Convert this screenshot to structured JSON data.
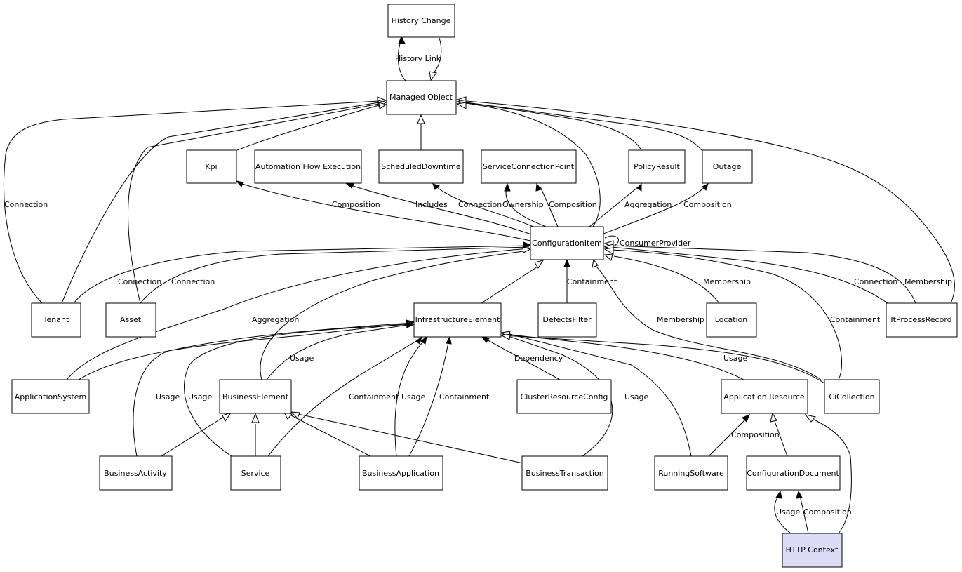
{
  "nodes": {
    "history_change": "History Change",
    "managed_object": "Managed Object",
    "kpi": "Kpi",
    "automation_flow_execution": "Automation Flow Execution",
    "scheduled_downtime": "ScheduledDowntime",
    "service_connection_point": "ServiceConnectionPoint",
    "policy_result": "PolicyResult",
    "outage": "Outage",
    "configuration_item": "ConfigurationItem",
    "tenant": "Tenant",
    "asset": "Asset",
    "infrastructure_element": "InfrastructureElement",
    "defects_filter": "DefectsFilter",
    "location": "Location",
    "it_process_record": "ItProcessRecord",
    "application_system": "ApplicationSystem",
    "business_element": "BusinessElement",
    "cluster_resource_config": "ClusterResourceConfig",
    "application_resource": "Application Resource",
    "ci_collection": "CiCollection",
    "business_activity": "BusinessActivity",
    "service": "Service",
    "business_application": "BusinessApplication",
    "business_transaction": "BusinessTransaction",
    "running_software": "RunningSoftware",
    "configuration_document": "ConfigurationDocument",
    "http_context": "HTTP Context"
  },
  "edge_labels": {
    "history_link": "History Link",
    "ci_kpi_composition": "Composition",
    "ci_afe_includes": "Includes",
    "ci_sd_connection": "Connection",
    "ci_scp_ownership": "Ownership",
    "ci_scp_composition": "Composition",
    "ci_pr_aggregation": "Aggregation",
    "ci_outage_composition": "Composition",
    "ci_consumer_provider": "ConsumerProvider",
    "tenant_mo_connection": "Connection",
    "tenant_ci_connection": "Connection",
    "asset_ci_connection": "Connection",
    "appsys_ci_aggregation": "Aggregation",
    "df_ci_containment": "Containment",
    "cic_ci_membership": "Membership",
    "loc_ci_membership": "Membership",
    "cic_ci_containment": "Containment",
    "ipr_ci_connection": "Connection",
    "ipr_ci_membership": "Membership",
    "be_ie_usage": "Usage",
    "ba_ie_usage": "Usage",
    "svc_ie_usage": "Usage",
    "svc_ie_containment": "Containment",
    "bapp_ie_usage": "Usage",
    "bapp_ie_containment": "Containment",
    "crc_ie_dependency": "Dependency",
    "bt_ie_usage": "Usage",
    "cic_ie_usage": "Usage",
    "rs_ar_composition": "Composition",
    "http_cd_usage": "Usage",
    "http_cd_composition": "Composition"
  }
}
